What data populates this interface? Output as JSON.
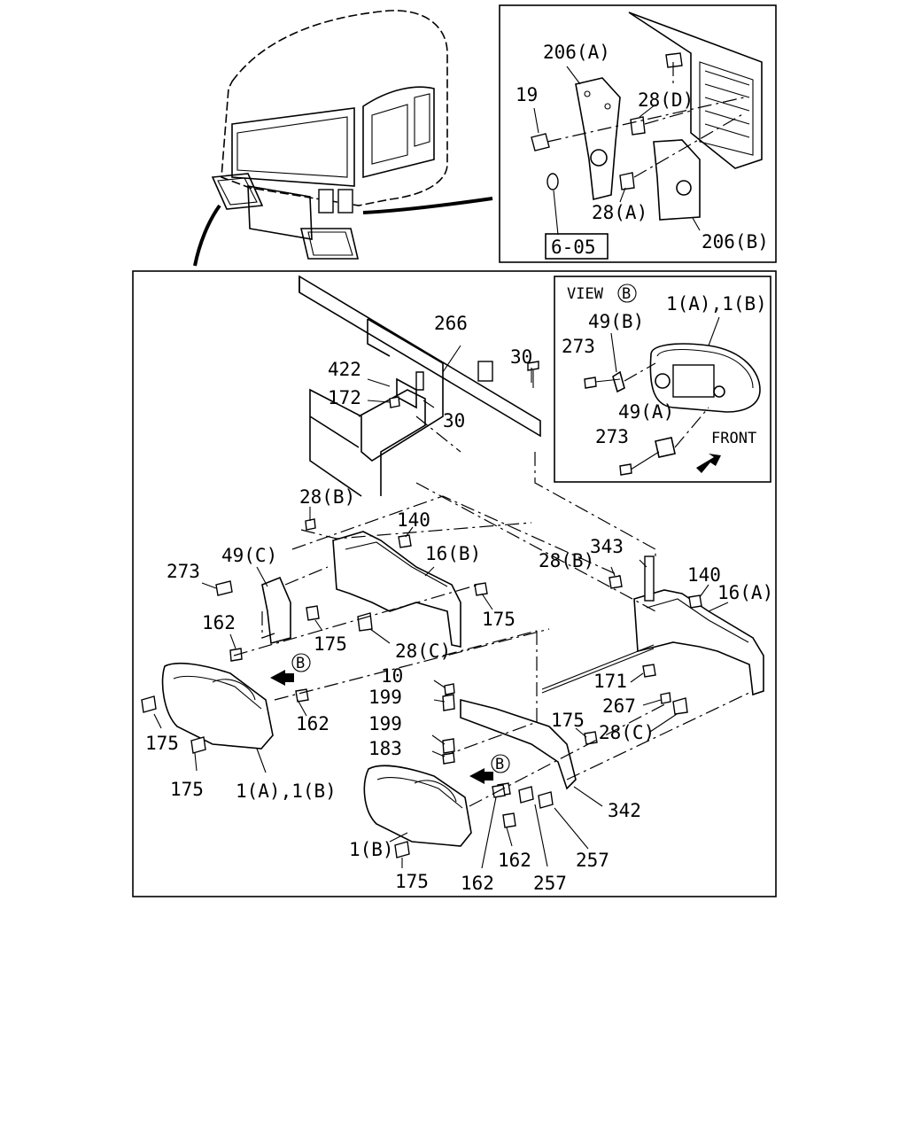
{
  "inset_top": {
    "labels": {
      "l206a": "206(A)",
      "l19": "19",
      "l28d": "28(D)",
      "l28a": "28(A)",
      "l206b": "206(B)",
      "ref": "6-05"
    }
  },
  "view_b": {
    "title": "VIEW",
    "title_mark": "B",
    "labels": {
      "l1ab": "1(A),1(B)",
      "l49b": "49(B)",
      "l273a": "273",
      "l49a": "49(A)",
      "l273b": "273",
      "front": "FRONT"
    }
  },
  "main": {
    "labels": {
      "l266": "266",
      "l30a": "30",
      "l422": "422",
      "l172": "172",
      "l30b": "30",
      "l28b_left": "28(B)",
      "l140_left": "140",
      "l16b": "16(B)",
      "l49c": "49(C)",
      "l273": "273",
      "l162_a": "162",
      "l175_a": "175",
      "l28c_left": "28(C)",
      "l175_b": "175",
      "l28b_right": "28(B)",
      "l343": "343",
      "l140_right": "140",
      "l16a": "16(A)",
      "l10": "10",
      "l199_a": "199",
      "l171": "171",
      "l267": "267",
      "l175_c": "175",
      "l28c_right": "28(C)",
      "l199_b": "199",
      "l183": "183",
      "l162_b": "162",
      "l175_d": "175",
      "l175_e": "175",
      "l1ab": "1(A),1(B)",
      "l342": "342",
      "l1b": "1(B)",
      "l162_c": "162",
      "l257_a": "257",
      "l175_f": "175",
      "l162_d": "162",
      "l257_b": "257",
      "mark_b1": "B",
      "mark_b2": "B"
    }
  }
}
